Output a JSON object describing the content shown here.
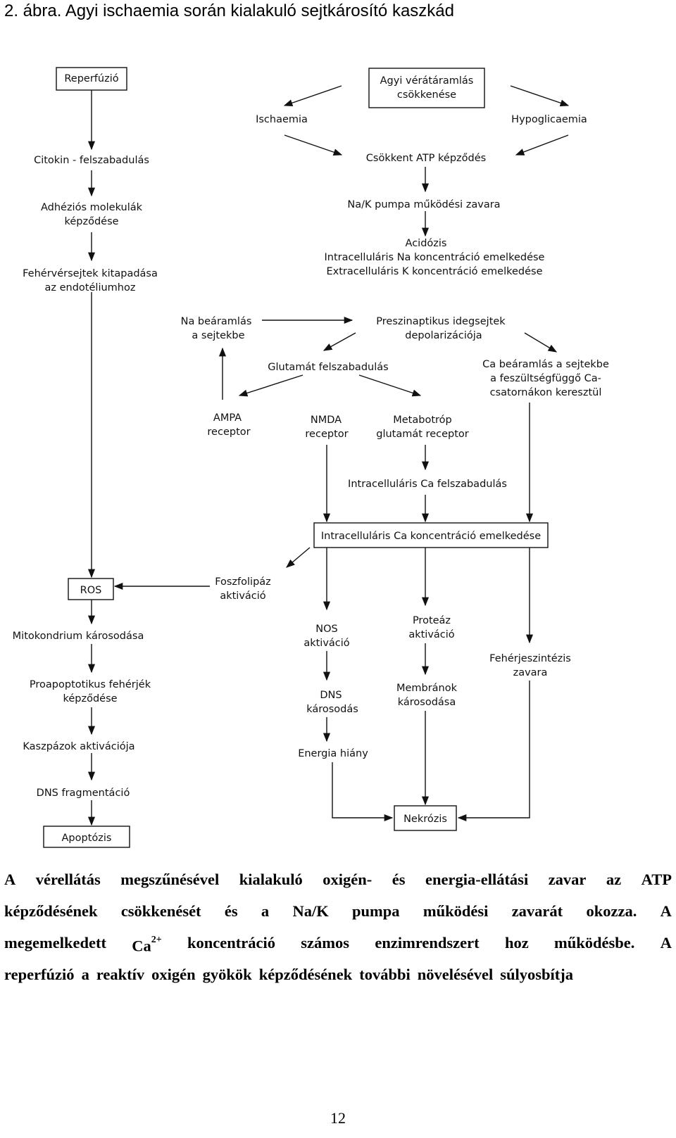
{
  "figure": {
    "caption": "2. ábra. Agyi ischaemia során kialakuló sejtkárosító kaszkád"
  },
  "diagram": {
    "reperfuzio": "Reperfúzió",
    "citokin": "Citokin - felszabadulás",
    "adhezios_1": "Adhéziós molekulák",
    "adhezios_2": "képződése",
    "feherversejtek_1": "Fehérvérsejtek kitapadása",
    "feherversejtek_2": "az endotéliumhoz",
    "agyi_1": "Agyi vérátáramlás",
    "agyi_2": "csökkenése",
    "ischaemia": "Ischaemia",
    "hypoglicaemia": "Hypoglicaemia",
    "atp": "Csökkent ATP képződés",
    "nak_pumpa": "Na/K pumpa működési zavara",
    "acidozis": "Acidózis",
    "intra_na": "Intracelluláris Na koncentráció emelkedése",
    "extra_k": "Extracelluláris K koncentráció emelkedése",
    "na_bearamlas_1": "Na beáramlás",
    "na_bearamlas_2": "a sejtekbe",
    "preszinaptikus_1": "Preszinaptikus idegsejtek",
    "preszinaptikus_2": "depolarizációja",
    "glutamat": "Glutamát felszabadulás",
    "ca_bearamlas_1": "Ca beáramlás a sejtekbe",
    "ca_bearamlas_2": "a feszültségfüggő Ca-",
    "ca_bearamlas_3": "csatornákon keresztül",
    "ampa_1": "AMPA",
    "ampa_2": "receptor",
    "nmda_1": "NMDA",
    "nmda_2": "receptor",
    "metabotrop_1": "Metabotróp",
    "metabotrop_2": "glutamát receptor",
    "intra_ca_felsz": "Intracelluláris Ca felszabadulás",
    "intra_ca_konc": "Intracelluláris Ca koncentráció emelkedése",
    "ros": "ROS",
    "foszfolipaz_1": "Foszfolipáz",
    "foszfolipaz_2": "aktiváció",
    "mitokondrium": "Mitokondrium károsodása",
    "nos_1": "NOS",
    "nos_2": "aktiváció",
    "proteaz_1": "Proteáz",
    "proteaz_2": "aktiváció",
    "feherjeszintezis_1": "Fehérjeszintézis",
    "feherjeszintezis_2": "zavara",
    "proapoptotikus_1": "Proapoptotikus fehérjék",
    "proapoptotikus_2": "képződése",
    "dns_karosodas_1": "DNS",
    "dns_karosodas_2": "károsodás",
    "membranok_1": "Membránok",
    "membranok_2": "károsodása",
    "kaszpazok": "Kaszpázok aktivációja",
    "energia": "Energia hiány",
    "dns_fragmentacio": "DNS fragmentáció",
    "nekrozis": "Nekrózis",
    "apoptozis": "Apoptózis"
  },
  "paragraph": {
    "line1": [
      "A",
      "vérellátás",
      "megszűnésével",
      "kialakuló",
      "oxigén-",
      "és",
      "energia-ellátási",
      "zavar",
      "az",
      "ATP"
    ],
    "line2": [
      "képződésének",
      "csökkenését",
      "és",
      "a",
      "Na/K",
      "pumpa",
      "működési",
      "zavarát",
      "okozza.",
      "A"
    ],
    "line3_a": [
      "megemelkedett"
    ],
    "line3_ca": "Ca",
    "line3_sup": "2+",
    "line3_b": [
      "koncentráció",
      "számos",
      "enzimrendszert",
      "hoz",
      "működésbe.",
      "A"
    ],
    "line4": [
      "reperfúzió",
      "a",
      "reaktív",
      "oxigén",
      "gyökök",
      "képződésének",
      "további",
      "növelésével",
      "súlyosbítja"
    ]
  },
  "page_number": "12"
}
